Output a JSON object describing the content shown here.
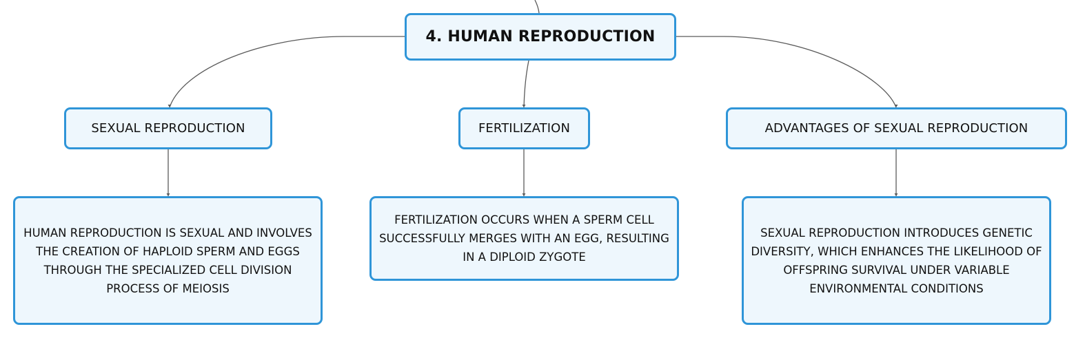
{
  "root": {
    "label": "4. HUMAN REPRODUCTION"
  },
  "topics": [
    {
      "label": "SEXUAL REPRODUCTION",
      "detail": "HUMAN REPRODUCTION IS SEXUAL AND INVOLVES THE CREATION OF HAPLOID SPERM AND EGGS THROUGH THE SPECIALIZED CELL DIVISION PROCESS OF MEIOSIS"
    },
    {
      "label": "FERTILIZATION",
      "detail": "FERTILIZATION OCCURS WHEN A SPERM CELL SUCCESSFULLY MERGES WITH AN EGG, RESULTING IN A DIPLOID ZYGOTE"
    },
    {
      "label": "ADVANTAGES OF SEXUAL REPRODUCTION",
      "detail": "SEXUAL REPRODUCTION INTRODUCES GENETIC DIVERSITY, WHICH ENHANCES THE LIKELIHOOD OF OFFSPRING SURVIVAL UNDER VARIABLE ENVIRONMENTAL CONDITIONS"
    }
  ],
  "colors": {
    "node_border": "#2f95d8",
    "node_fill": "#eef7fd",
    "connector": "#5a5a5a",
    "text": "#111111"
  }
}
